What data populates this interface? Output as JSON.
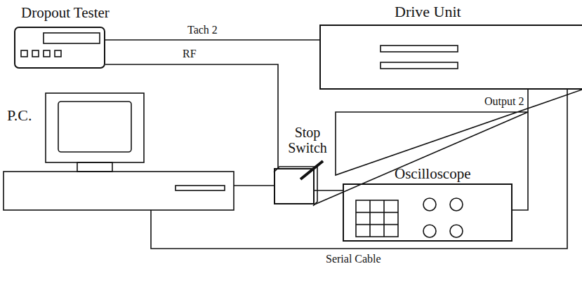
{
  "diagram": {
    "nodes": [
      {
        "text": [
          "Dropout Tester"
        ]
      },
      {
        "text": [
          "Drive Unit"
        ]
      },
      {
        "text": [
          "P.C."
        ]
      },
      {
        "text": [
          "Stop Switch"
        ]
      },
      {
        "text": [
          "Oscilloscope"
        ]
      }
    ],
    "edges": [
      {
        "from": 0,
        "to": 1,
        "arrow": "none",
        "label": "Tach 2"
      },
      {
        "from": 0,
        "to": 3,
        "arrow": "none",
        "label": "RF"
      },
      {
        "from": 1,
        "to": 4,
        "arrow": "none",
        "label": "Output 2"
      },
      {
        "from": 1,
        "to": 3,
        "arrow": "none"
      },
      {
        "from": 2,
        "to": 3,
        "arrow": "none"
      },
      {
        "from": 3,
        "to": 4,
        "arrow": "none"
      },
      {
        "from": 2,
        "to": 1,
        "arrow": "none",
        "label": "Serial Cable"
      }
    ]
  }
}
